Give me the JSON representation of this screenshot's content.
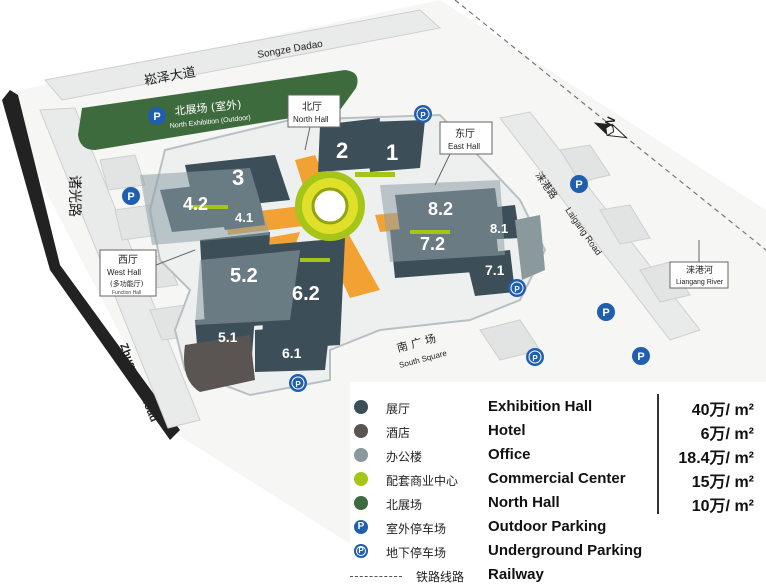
{
  "roads": {
    "songze_cn": "崧泽大道",
    "songze_en": "Songze Dadao",
    "zhuguang_cn": "诸光路",
    "zhuguang_en": "Zhuguang Road",
    "laigang_cn": "涞港路",
    "laigang_en": "Laigang Road",
    "river_cn": "涞港河",
    "river_en": "Liangang River"
  },
  "areas": {
    "north_exhibition_cn": "北展场 (室外)",
    "north_exhibition_en": "North Exhibition (Outdoor)",
    "south_square_cn": "南 广 场",
    "south_square_en": "South Square"
  },
  "callouts": {
    "north_hall_cn": "北厅",
    "north_hall_en": "North Hall",
    "east_hall_cn": "东厅",
    "east_hall_en": "East Hall",
    "west_hall_cn": "西厅",
    "west_hall_en": "West Hall",
    "west_hall_sub": "(多功能厅)",
    "west_hall_sub_en": "Function Hall"
  },
  "halls": [
    "3",
    "2",
    "1",
    "4.2",
    "4.1",
    "8.2",
    "8.1",
    "7.2",
    "7.1",
    "5.2",
    "6.2",
    "5.1",
    "6.1"
  ],
  "compass": "N",
  "parking_letter": "P",
  "legend": [
    {
      "cn": "展厅",
      "en": "Exhibition Hall",
      "amount": "40万/ m²",
      "symbol": "dot",
      "color": "#3c4f58"
    },
    {
      "cn": "酒店",
      "en": "Hotel",
      "amount": "6万/ m²",
      "symbol": "dot",
      "color": "#5a5552"
    },
    {
      "cn": "办公楼",
      "en": "Office",
      "amount": "18.4万/ m²",
      "symbol": "dot",
      "color": "#8a9a9c"
    },
    {
      "cn": "配套商业中心",
      "en": "Commercial Center",
      "amount": "15万/ m²",
      "symbol": "dot",
      "color": "#a6c519"
    },
    {
      "cn": "北展场",
      "en": "North Hall",
      "amount": "10万/ m²",
      "symbol": "dot",
      "color": "#3e6b3e"
    },
    {
      "cn": "室外停车场",
      "en": "Outdoor Parking",
      "amount": "",
      "symbol": "parking",
      "color": "#1f5fae"
    },
    {
      "cn": "地下停车场",
      "en": "Underground Parking",
      "amount": "",
      "symbol": "underground",
      "color": "#1f5fae"
    },
    {
      "cn": "铁路线路",
      "en": "Railway",
      "amount": "",
      "symbol": "railway",
      "color": "#555555"
    }
  ],
  "colors": {
    "hall": "#3c4f58",
    "glass": "#8fa1a8",
    "ring_green": "#a6c519",
    "corridor_orange": "#f29a1e",
    "north_field": "#3e6b3e",
    "parking": "#1f5fae"
  }
}
